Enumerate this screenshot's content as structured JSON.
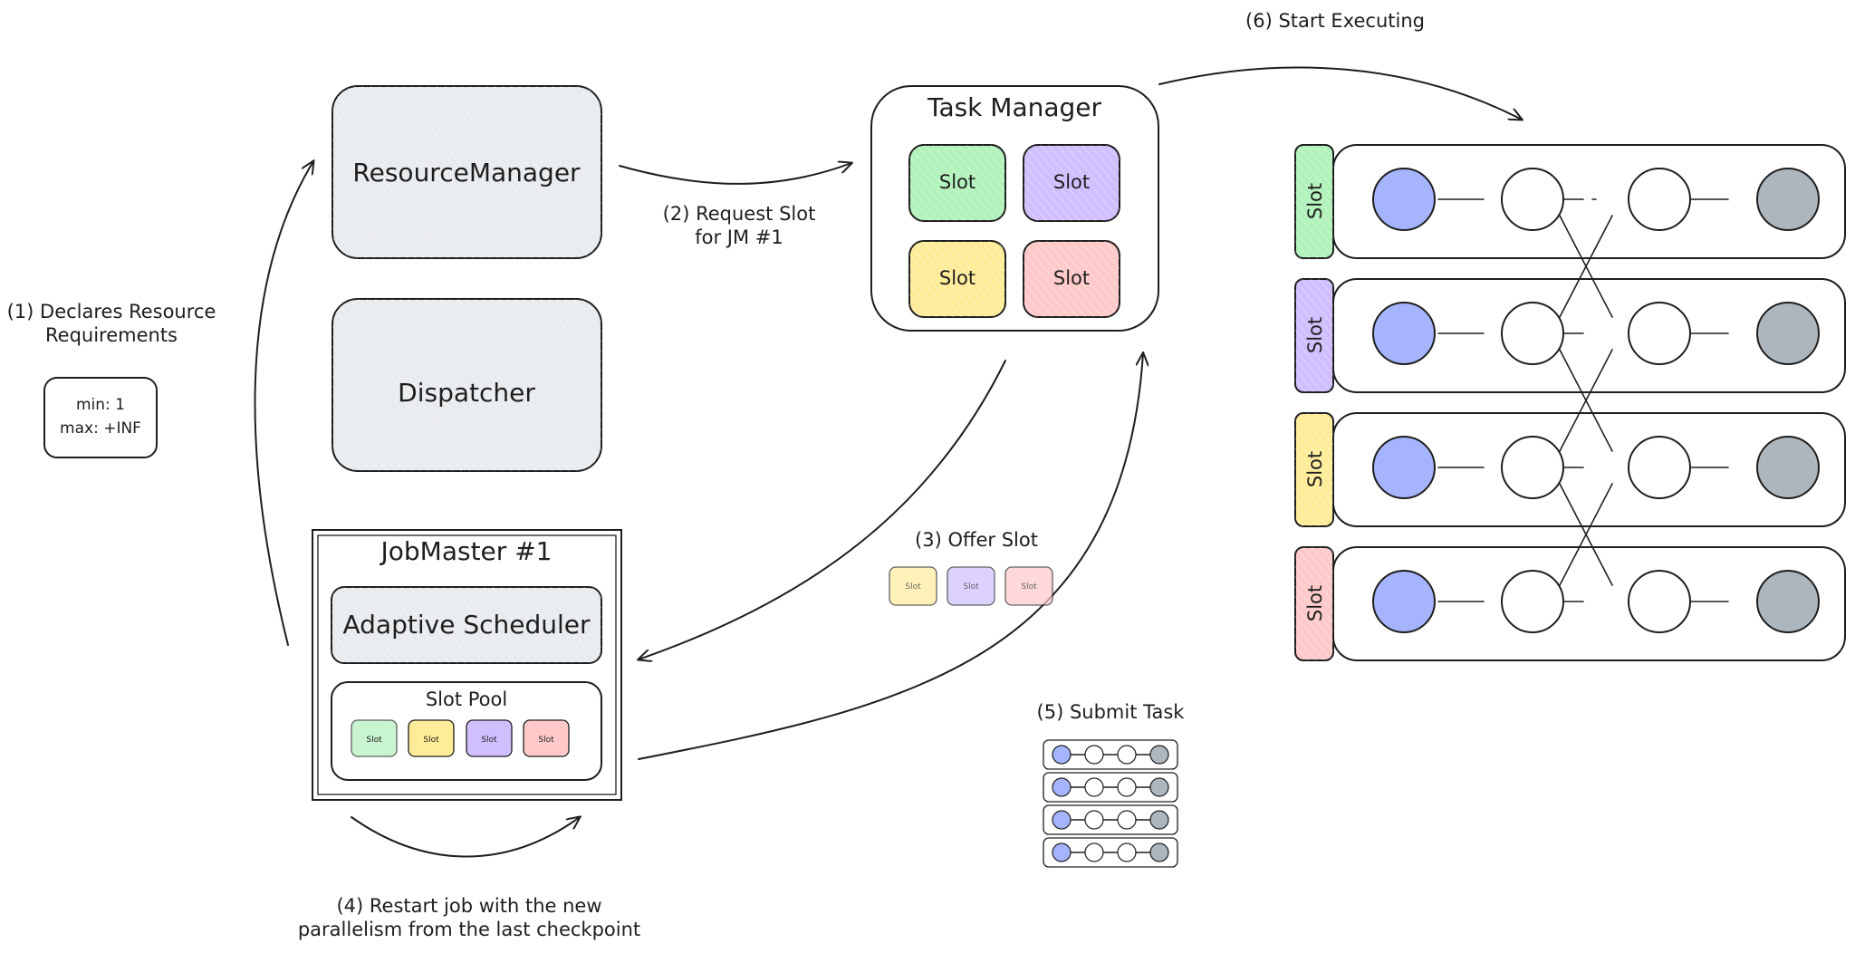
{
  "colors": {
    "gray": "#e9ecef",
    "green": "#b2f2bb",
    "purple": "#d0bfff",
    "yellow": "#ffec99",
    "red": "#ffc9c9",
    "blue": "#a5b4fc",
    "dark": "#adb5bd",
    "ink": "#1e1e1e"
  },
  "components": {
    "resource_manager": "ResourceManager",
    "dispatcher": "Dispatcher",
    "task_manager": "Task Manager",
    "job_master": "JobMaster #1",
    "adaptive_scheduler": "Adaptive Scheduler",
    "slot_pool": "Slot Pool"
  },
  "requirements": {
    "min": "min: 1",
    "max": "max: +INF"
  },
  "slot_label": "Slot",
  "steps": {
    "s1_line1": "(1) Declares Resource",
    "s1_line2": "Requirements",
    "s2_line1": "(2) Request Slot",
    "s2_line2": "for JM #1",
    "s3": "(3) Offer Slot",
    "s4_line1": "(4) Restart job with the new",
    "s4_line2": "parallelism from the last checkpoint",
    "s5": "(5) Submit Task",
    "s6": "(6) Start Executing"
  }
}
